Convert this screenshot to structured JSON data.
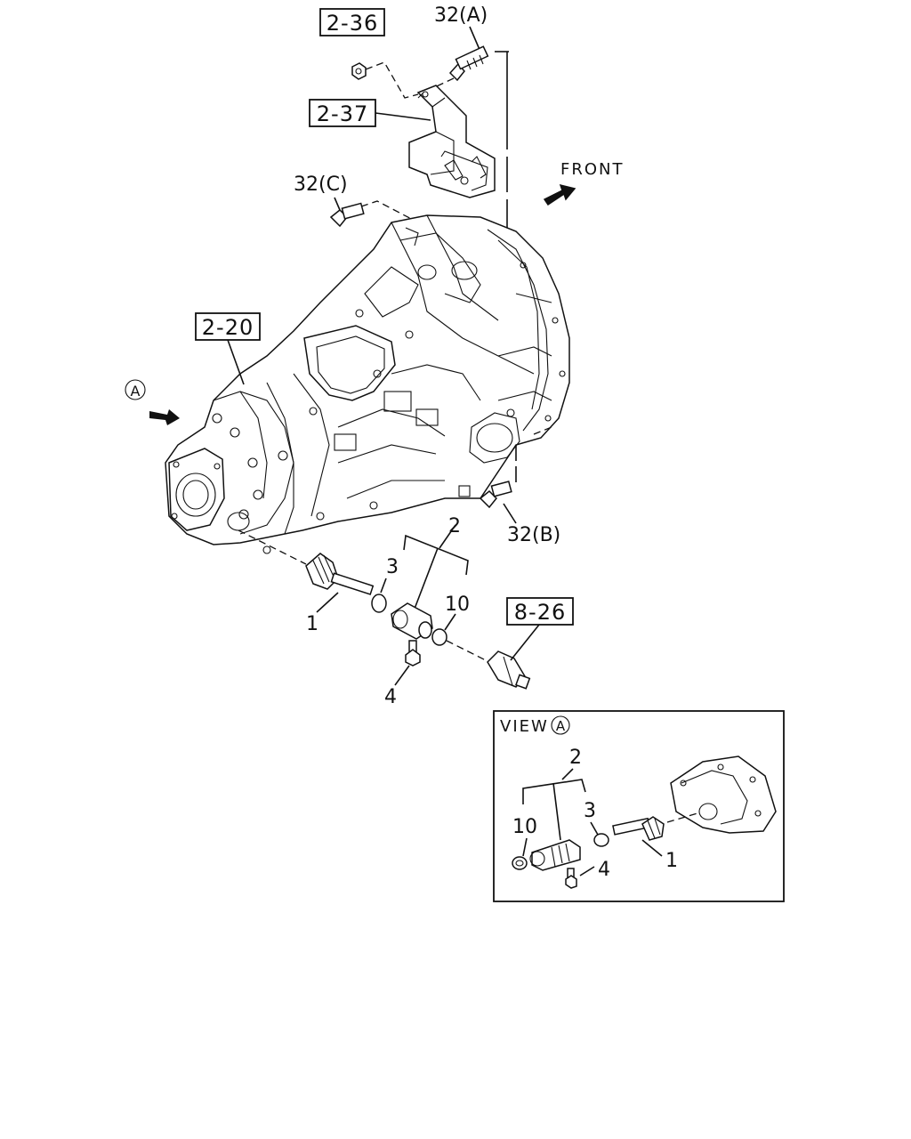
{
  "refs": {
    "r236": "2-36",
    "r237": "2-37",
    "r220": "2-20",
    "r826": "8-26"
  },
  "labels": {
    "p32a": "32(A)",
    "p32b": "32(B)",
    "p32c": "32(C)",
    "front": "FRONT",
    "p1": "1",
    "p2": "2",
    "p3": "3",
    "p4": "4",
    "p10": "10",
    "viewA": "A"
  },
  "inset": {
    "view_label": "VIEW",
    "view_letter": "A",
    "p1": "1",
    "p2": "2",
    "p3": "3",
    "p4": "4",
    "p10": "10"
  }
}
